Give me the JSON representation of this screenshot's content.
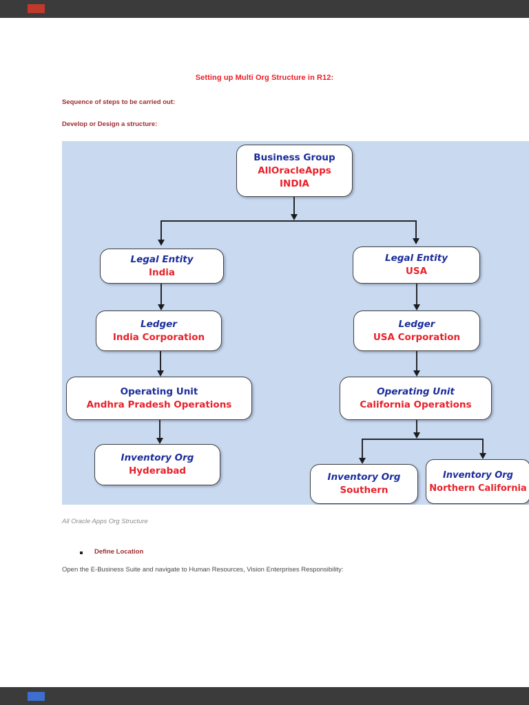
{
  "viewer": {
    "top_bar_color": "#3b3b3b",
    "red_badge_color": "#c0392b",
    "blue_badge_color": "#3e6ed0"
  },
  "document": {
    "title": "Setting up Multi Org Structure in R12:",
    "heading_sequence": "Sequence of steps to be carried out:",
    "heading_develop": "Develop or Design a structure:",
    "caption": "All Oracle Apps Org Structure",
    "bullet_item": "Define Location",
    "paragraph": "Open the E-Business Suite and navigate to Human Resources, Vision Enterprises Responsibility:"
  },
  "colors": {
    "title_red": "#ed1c24",
    "heading_maroon": "#9e2b2f",
    "node_heading_blue": "#1b2c9b",
    "node_value_red": "#e8212a",
    "diagram_background": "#c8d9f0",
    "caption_gray": "#8c8c8c"
  },
  "chart_data": {
    "type": "org-chart",
    "title": "All Oracle Apps Org Structure",
    "nodes": [
      {
        "id": "business-group",
        "heading": "Business Group",
        "value": "AllOracleApps",
        "value2": "INDIA",
        "parent": null
      },
      {
        "id": "legal-entity-india",
        "heading": "Legal Entity",
        "value": "India",
        "parent": "business-group"
      },
      {
        "id": "legal-entity-usa",
        "heading": "Legal Entity",
        "value": "USA",
        "parent": "business-group"
      },
      {
        "id": "ledger-india",
        "heading": "Ledger",
        "value": "India Corporation",
        "parent": "legal-entity-india"
      },
      {
        "id": "ledger-usa",
        "heading": "Ledger",
        "value": "USA Corporation",
        "parent": "legal-entity-usa"
      },
      {
        "id": "operating-unit-ap",
        "heading": "Operating Unit",
        "value": "Andhra Pradesh Operations",
        "parent": "ledger-india"
      },
      {
        "id": "operating-unit-ca",
        "heading": "Operating Unit",
        "value": "California Operations",
        "parent": "ledger-usa"
      },
      {
        "id": "inventory-hyderabad",
        "heading": "Inventory Org",
        "value": "Hyderabad",
        "parent": "operating-unit-ap"
      },
      {
        "id": "inventory-southern",
        "heading": "Inventory Org",
        "value": "Southern",
        "parent": "operating-unit-ca"
      },
      {
        "id": "inventory-northern-california",
        "heading": "Inventory Org",
        "value": "Northern California",
        "parent": "operating-unit-ca"
      }
    ]
  }
}
